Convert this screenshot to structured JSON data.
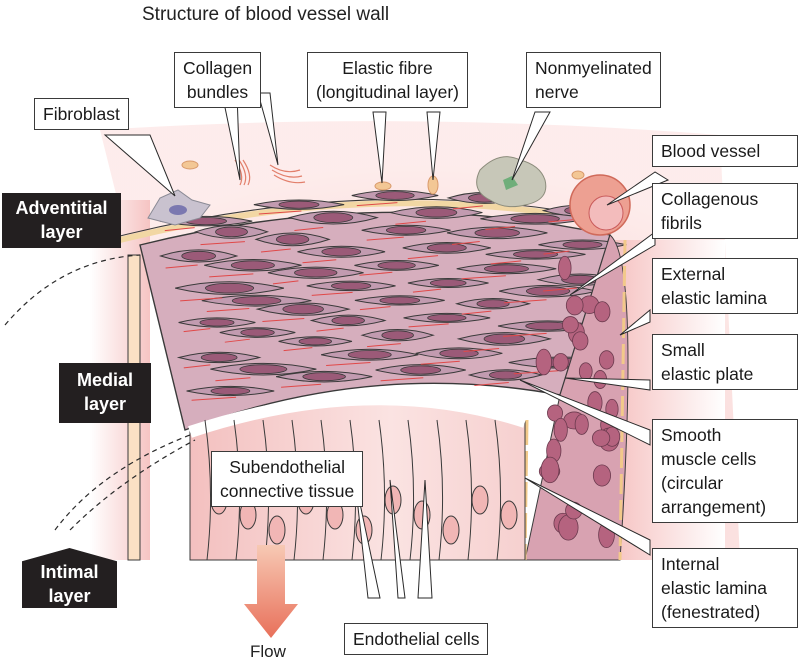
{
  "title": "Structure of blood vessel wall",
  "layers": {
    "adventitial": [
      "Adventitial",
      "layer"
    ],
    "medial": [
      "Medial",
      "layer"
    ],
    "intimal": [
      "Intimal",
      "layer"
    ]
  },
  "labels": {
    "fibroblast": [
      "Fibroblast"
    ],
    "collagen_bundles": [
      "Collagen",
      "bundles"
    ],
    "elastic_fibre": [
      "Elastic fibre",
      "(longitudinal layer)"
    ],
    "nonmyelinated_nerve": [
      "Nonmyelinated",
      "nerve"
    ],
    "blood_vessel": [
      "Blood vessel"
    ],
    "collagenous_fibrils": [
      "Collagenous",
      "fibrils"
    ],
    "external_elastic_lamina": [
      "External",
      "elastic lamina"
    ],
    "small_elastic_plate": [
      "Small",
      "elastic plate"
    ],
    "smooth_muscle_cells": [
      "Smooth",
      "muscle cells",
      "(circular",
      "arrangement)"
    ],
    "internal_elastic_lamina": [
      "Internal",
      "elastic lamina",
      "(fenestrated)"
    ],
    "subendothelial": [
      "Subendothelial",
      "connective tissue"
    ],
    "endothelial_cells": [
      "Endothelial cells"
    ]
  },
  "flow_label": "Flow",
  "colors": {
    "tissue_pink": "#f5c9c6",
    "muscle_purple": "#c9a3b5",
    "nucleus": "#9b5a78",
    "elastic_yellow": "#f6dca8",
    "flow_arrow": "#e8705a",
    "dark_label": "#231f20"
  }
}
